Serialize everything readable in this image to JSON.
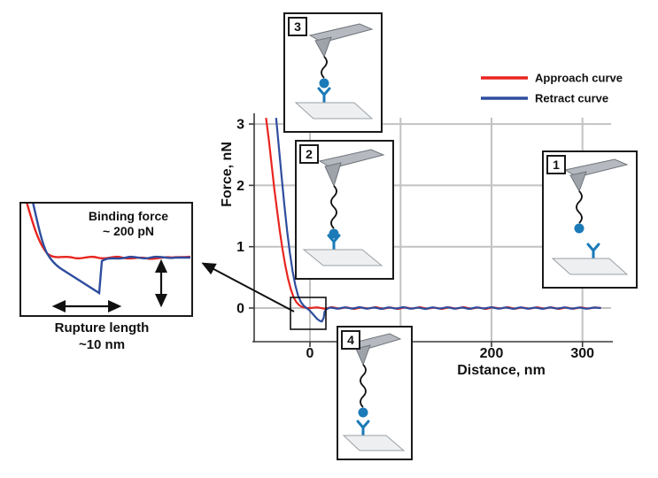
{
  "figure": {
    "legend": {
      "approach_label": "Approach curve",
      "retract_label": "Retract curve"
    },
    "axes": {
      "y_label": "Force, nN",
      "x_label": "Distance, nm",
      "y_ticks": [
        "3",
        "2",
        "1",
        "0"
      ],
      "x_ticks": [
        "0",
        "200",
        "300"
      ]
    },
    "zoom_inset": {
      "binding_force_line1": "Binding force",
      "binding_force_line2": "~ 200 pN",
      "rupture_length_line1": "Rupture length",
      "rupture_length_line2": "~10 nm"
    },
    "stage_labels": {
      "stage1": "1",
      "stage2": "2",
      "stage3": "3",
      "stage4": "4"
    }
  },
  "colors": {
    "approach": "#e8251f",
    "retract": "#2e4d9e",
    "grid": "#c2c2c2",
    "axis": "#3a3a3a",
    "molecule_blue": "#1b7ab8",
    "annotation": "#111111"
  },
  "chart_data": {
    "type": "line",
    "xlabel": "Distance, nm",
    "ylabel": "Force, nN",
    "xlim": [
      -60,
      320
    ],
    "ylim": [
      -0.55,
      3.2
    ],
    "grid": true,
    "legend_position": "top-right",
    "x_tick_values": [
      0,
      200,
      300
    ],
    "y_tick_values": [
      0,
      1,
      2,
      3
    ],
    "annotations": {
      "binding_force_pN": 200,
      "rupture_length_nm": 10,
      "event_window_nm": [
        -21,
        17
      ]
    },
    "series": [
      {
        "name": "Approach curve",
        "id": "approach-line",
        "color": "#e8251f",
        "points": [
          [
            -48,
            3.1
          ],
          [
            -45,
            2.75
          ],
          [
            -42,
            2.35
          ],
          [
            -39,
            1.95
          ],
          [
            -36,
            1.6
          ],
          [
            -33,
            1.26
          ],
          [
            -30,
            0.96
          ],
          [
            -27,
            0.7
          ],
          [
            -24,
            0.48
          ],
          [
            -21,
            0.31
          ],
          [
            -18,
            0.18
          ],
          [
            -15,
            0.1
          ],
          [
            -12,
            0.05
          ],
          [
            -9,
            0.02
          ],
          [
            -6,
            0.01
          ],
          [
            -3,
            0
          ],
          [
            0,
            0
          ],
          [
            8,
            0.012
          ],
          [
            16,
            -0.012
          ],
          [
            24,
            0.015
          ],
          [
            32,
            -0.01
          ],
          [
            40,
            0.012
          ],
          [
            48,
            -0.015
          ],
          [
            56,
            0.01
          ],
          [
            64,
            -0.008
          ],
          [
            72,
            0.014
          ],
          [
            80,
            -0.012
          ],
          [
            88,
            0.01
          ],
          [
            96,
            -0.015
          ],
          [
            104,
            0.012
          ],
          [
            112,
            -0.01
          ],
          [
            120,
            0.015
          ],
          [
            128,
            -0.012
          ],
          [
            136,
            0.008
          ],
          [
            144,
            -0.014
          ],
          [
            152,
            0.012
          ],
          [
            160,
            -0.01
          ],
          [
            168,
            0.014
          ],
          [
            176,
            -0.012
          ],
          [
            184,
            0.01
          ],
          [
            192,
            -0.015
          ],
          [
            200,
            0.012
          ],
          [
            208,
            -0.008
          ],
          [
            216,
            0.014
          ],
          [
            224,
            -0.012
          ],
          [
            232,
            0.01
          ],
          [
            240,
            -0.012
          ],
          [
            248,
            0.013
          ],
          [
            256,
            -0.01
          ],
          [
            264,
            0.012
          ],
          [
            272,
            -0.014
          ],
          [
            280,
            0.01
          ],
          [
            288,
            -0.012
          ],
          [
            296,
            0.012
          ],
          [
            304,
            -0.01
          ],
          [
            312,
            0.01
          ],
          [
            318,
            0
          ]
        ]
      },
      {
        "name": "Retract curve",
        "id": "retract-line",
        "color": "#2e4d9e",
        "points": [
          [
            -37,
            3.1
          ],
          [
            -34,
            2.62
          ],
          [
            -31,
            2.14
          ],
          [
            -28,
            1.68
          ],
          [
            -25,
            1.26
          ],
          [
            -22,
            0.9
          ],
          [
            -19,
            0.6
          ],
          [
            -16,
            0.37
          ],
          [
            -13,
            0.2
          ],
          [
            -10,
            0.1
          ],
          [
            -7,
            0.04
          ],
          [
            -4,
            0
          ],
          [
            -1,
            -0.03
          ],
          [
            2,
            -0.08
          ],
          [
            5,
            -0.13
          ],
          [
            8,
            -0.18
          ],
          [
            11,
            -0.21
          ],
          [
            13,
            -0.22
          ],
          [
            15,
            -0.16
          ],
          [
            16,
            -0.06
          ],
          [
            18,
            -0.02
          ],
          [
            22,
            0.01
          ],
          [
            30,
            -0.012
          ],
          [
            38,
            0.012
          ],
          [
            46,
            -0.01
          ],
          [
            54,
            0.014
          ],
          [
            62,
            -0.012
          ],
          [
            70,
            0.01
          ],
          [
            78,
            -0.014
          ],
          [
            86,
            0.012
          ],
          [
            94,
            -0.01
          ],
          [
            102,
            0.014
          ],
          [
            110,
            -0.012
          ],
          [
            118,
            0.008
          ],
          [
            126,
            -0.014
          ],
          [
            134,
            0.012
          ],
          [
            142,
            -0.01
          ],
          [
            150,
            0.013
          ],
          [
            158,
            -0.012
          ],
          [
            166,
            0.01
          ],
          [
            174,
            -0.014
          ],
          [
            182,
            0.012
          ],
          [
            190,
            -0.009
          ],
          [
            198,
            0.013
          ],
          [
            206,
            -0.012
          ],
          [
            214,
            0.01
          ],
          [
            222,
            -0.013
          ],
          [
            230,
            0.011
          ],
          [
            238,
            -0.012
          ],
          [
            246,
            0.009
          ],
          [
            254,
            -0.013
          ],
          [
            262,
            0.011
          ],
          [
            270,
            -0.01
          ],
          [
            278,
            0.012
          ],
          [
            286,
            -0.012
          ],
          [
            294,
            0.01
          ],
          [
            302,
            -0.011
          ],
          [
            310,
            0.009
          ],
          [
            318,
            0
          ]
        ]
      }
    ]
  }
}
